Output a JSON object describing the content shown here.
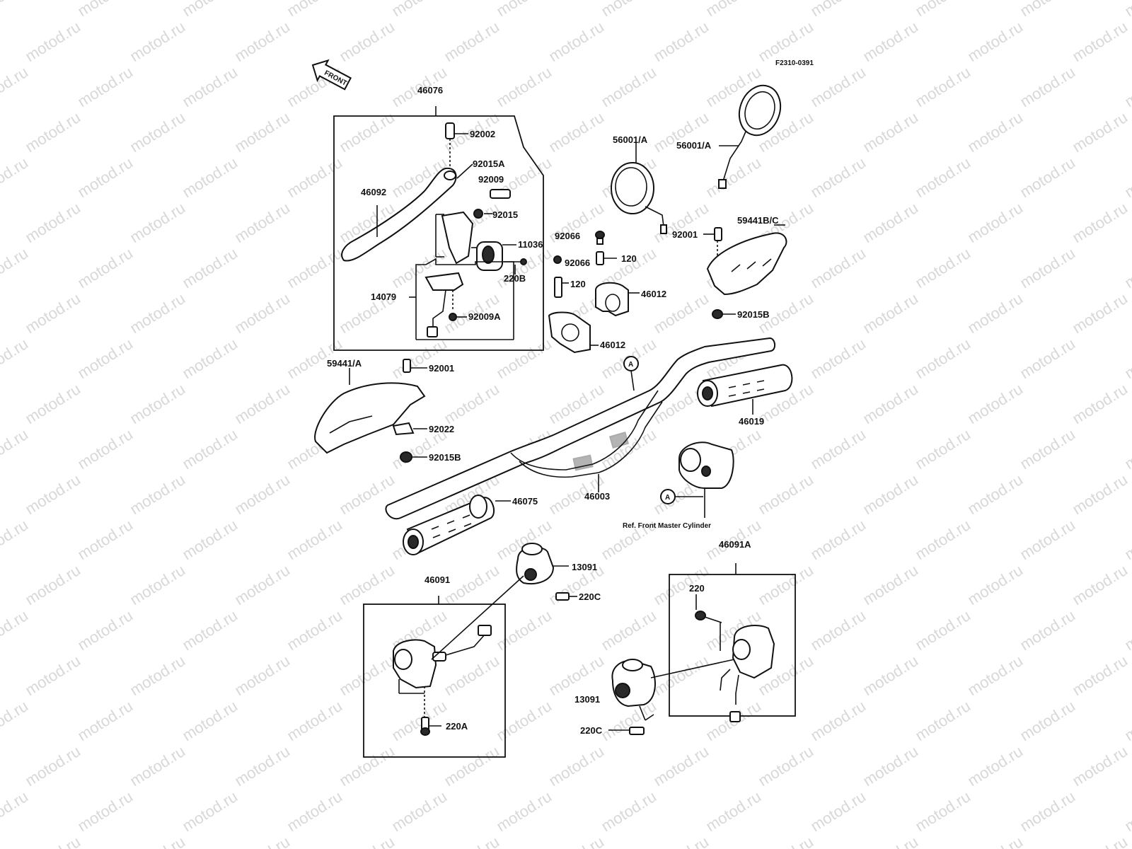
{
  "diagram": {
    "ref_code": "F2310-0391",
    "front_label": "FRONT",
    "watermark": "motod.ru",
    "labels": {
      "p46076": "46076",
      "p92002": "92002",
      "p92015A": "92015A",
      "p92009": "92009",
      "p46092": "46092",
      "p92015": "92015",
      "p11036": "11036",
      "p220B": "220B",
      "p14079": "14079",
      "p92009A": "92009A",
      "p56001A_left": "56001/A",
      "p56001A_right": "56001/A",
      "p92066_a": "92066",
      "p92066_b": "92066",
      "p120_a": "120",
      "p120_b": "120",
      "p46012_a": "46012",
      "p46012_b": "46012",
      "p92001_right": "92001",
      "p59441BC": "59441B/C",
      "p92015B_right": "92015B",
      "p59441A": "59441/A",
      "p92001_left": "92001",
      "p92022": "92022",
      "p92015B_left": "92015B",
      "p46019": "46019",
      "p46003": "46003",
      "p46075": "46075",
      "marker_a_top": "A",
      "marker_a_bottom": "A",
      "ref_front_master": "Ref. Front Master Cylinder",
      "p13091_top": "13091",
      "p220C_top": "220C",
      "p46091": "46091",
      "p220A": "220A",
      "p46091A": "46091A",
      "p220": "220",
      "p13091_bottom": "13091",
      "p220C_bottom": "220C"
    }
  }
}
